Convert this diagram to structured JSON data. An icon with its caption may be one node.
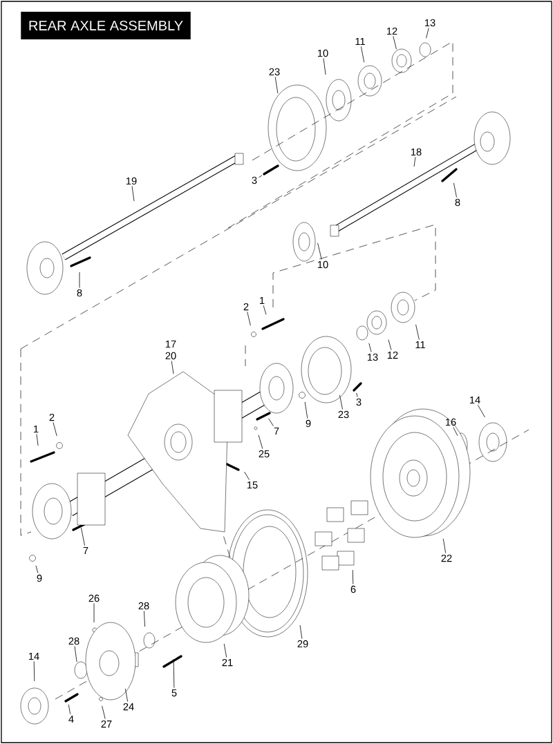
{
  "diagram": {
    "title": "REAR AXLE ASSEMBLY",
    "nodes": [
      {
        "text": [
          "13"
        ]
      },
      {
        "text": [
          "12"
        ]
      },
      {
        "text": [
          "11"
        ]
      },
      {
        "text": [
          "10"
        ]
      },
      {
        "text": [
          "23"
        ]
      },
      {
        "text": [
          "19"
        ]
      },
      {
        "text": [
          "18"
        ]
      },
      {
        "text": [
          "3"
        ]
      },
      {
        "text": [
          "8"
        ]
      },
      {
        "text": [
          "10"
        ]
      },
      {
        "text": [
          "8"
        ]
      },
      {
        "text": [
          "1"
        ]
      },
      {
        "text": [
          "2"
        ]
      },
      {
        "text": [
          "20"
        ]
      },
      {
        "text": [
          "13"
        ]
      },
      {
        "text": [
          "12"
        ]
      },
      {
        "text": [
          "11"
        ]
      },
      {
        "text": [
          "23"
        ]
      },
      {
        "text": [
          "3"
        ]
      },
      {
        "text": [
          "9"
        ]
      },
      {
        "text": [
          "14"
        ]
      },
      {
        "text": [
          "16"
        ]
      },
      {
        "text": [
          "7"
        ]
      },
      {
        "text": [
          "25"
        ]
      },
      {
        "text": [
          "1"
        ]
      },
      {
        "text": [
          "2"
        ]
      },
      {
        "text": [
          "15"
        ]
      },
      {
        "text": [
          "7"
        ]
      },
      {
        "text": [
          "9"
        ]
      },
      {
        "text": [
          "22"
        ]
      },
      {
        "text": [
          "6"
        ]
      },
      {
        "text": [
          "26"
        ]
      },
      {
        "text": [
          "28"
        ]
      },
      {
        "text": [
          "28"
        ]
      },
      {
        "text": [
          "29"
        ]
      },
      {
        "text": [
          "21"
        ]
      },
      {
        "text": [
          "14"
        ]
      },
      {
        "text": [
          "5"
        ]
      },
      {
        "text": [
          "4"
        ]
      },
      {
        "text": [
          "24"
        ]
      },
      {
        "text": [
          "27"
        ]
      }
    ],
    "edges": [
      {
        "from": 0,
        "to": null,
        "arrow": "none"
      },
      {
        "from": 1,
        "to": null,
        "arrow": "none"
      },
      {
        "from": 2,
        "to": null,
        "arrow": "none"
      },
      {
        "from": 3,
        "to": null,
        "arrow": "none"
      },
      {
        "from": 4,
        "to": null,
        "arrow": "none"
      },
      {
        "from": 5,
        "to": null,
        "arrow": "none"
      },
      {
        "from": 6,
        "to": null,
        "arrow": "none"
      },
      {
        "from": 7,
        "to": null,
        "arrow": "none"
      },
      {
        "from": 8,
        "to": null,
        "arrow": "none"
      },
      {
        "from": 9,
        "to": null,
        "arrow": "none"
      },
      {
        "from": 10,
        "to": null,
        "arrow": "none"
      },
      {
        "from": 11,
        "to": null,
        "arrow": "none"
      },
      {
        "from": 12,
        "to": null,
        "arrow": "none"
      },
      {
        "from": 13,
        "to": null,
        "arrow": "none"
      },
      {
        "from": 14,
        "to": null,
        "arrow": "none"
      },
      {
        "from": 15,
        "to": null,
        "arrow": "none"
      },
      {
        "from": 16,
        "to": null,
        "arrow": "none"
      },
      {
        "from": 17,
        "to": null,
        "arrow": "none"
      },
      {
        "from": 18,
        "to": null,
        "arrow": "none"
      },
      {
        "from": 19,
        "to": null,
        "arrow": "none"
      },
      {
        "from": 20,
        "to": null,
        "arrow": "none"
      },
      {
        "from": 21,
        "to": null,
        "arrow": "none"
      },
      {
        "from": 22,
        "to": null,
        "arrow": "none"
      },
      {
        "from": 23,
        "to": null,
        "arrow": "none"
      },
      {
        "from": 24,
        "to": null,
        "arrow": "none"
      },
      {
        "from": 25,
        "to": null,
        "arrow": "none"
      },
      {
        "from": 26,
        "to": null,
        "arrow": "none"
      },
      {
        "from": 27,
        "to": null,
        "arrow": "none"
      },
      {
        "from": 28,
        "to": null,
        "arrow": "none"
      },
      {
        "from": 29,
        "to": null,
        "arrow": "none"
      },
      {
        "from": 30,
        "to": null,
        "arrow": "none"
      },
      {
        "from": 31,
        "to": null,
        "arrow": "none"
      },
      {
        "from": 32,
        "to": null,
        "arrow": "none"
      },
      {
        "from": 33,
        "to": null,
        "arrow": "none"
      },
      {
        "from": 34,
        "to": null,
        "arrow": "none"
      },
      {
        "from": 35,
        "to": null,
        "arrow": "none"
      },
      {
        "from": 36,
        "to": null,
        "arrow": "none"
      },
      {
        "from": 37,
        "to": null,
        "arrow": "none"
      },
      {
        "from": 38,
        "to": null,
        "arrow": "none"
      },
      {
        "from": 39,
        "to": null,
        "arrow": "none"
      },
      {
        "from": 40,
        "to": null,
        "arrow": "none"
      }
    ],
    "labels": [
      "17"
    ]
  }
}
